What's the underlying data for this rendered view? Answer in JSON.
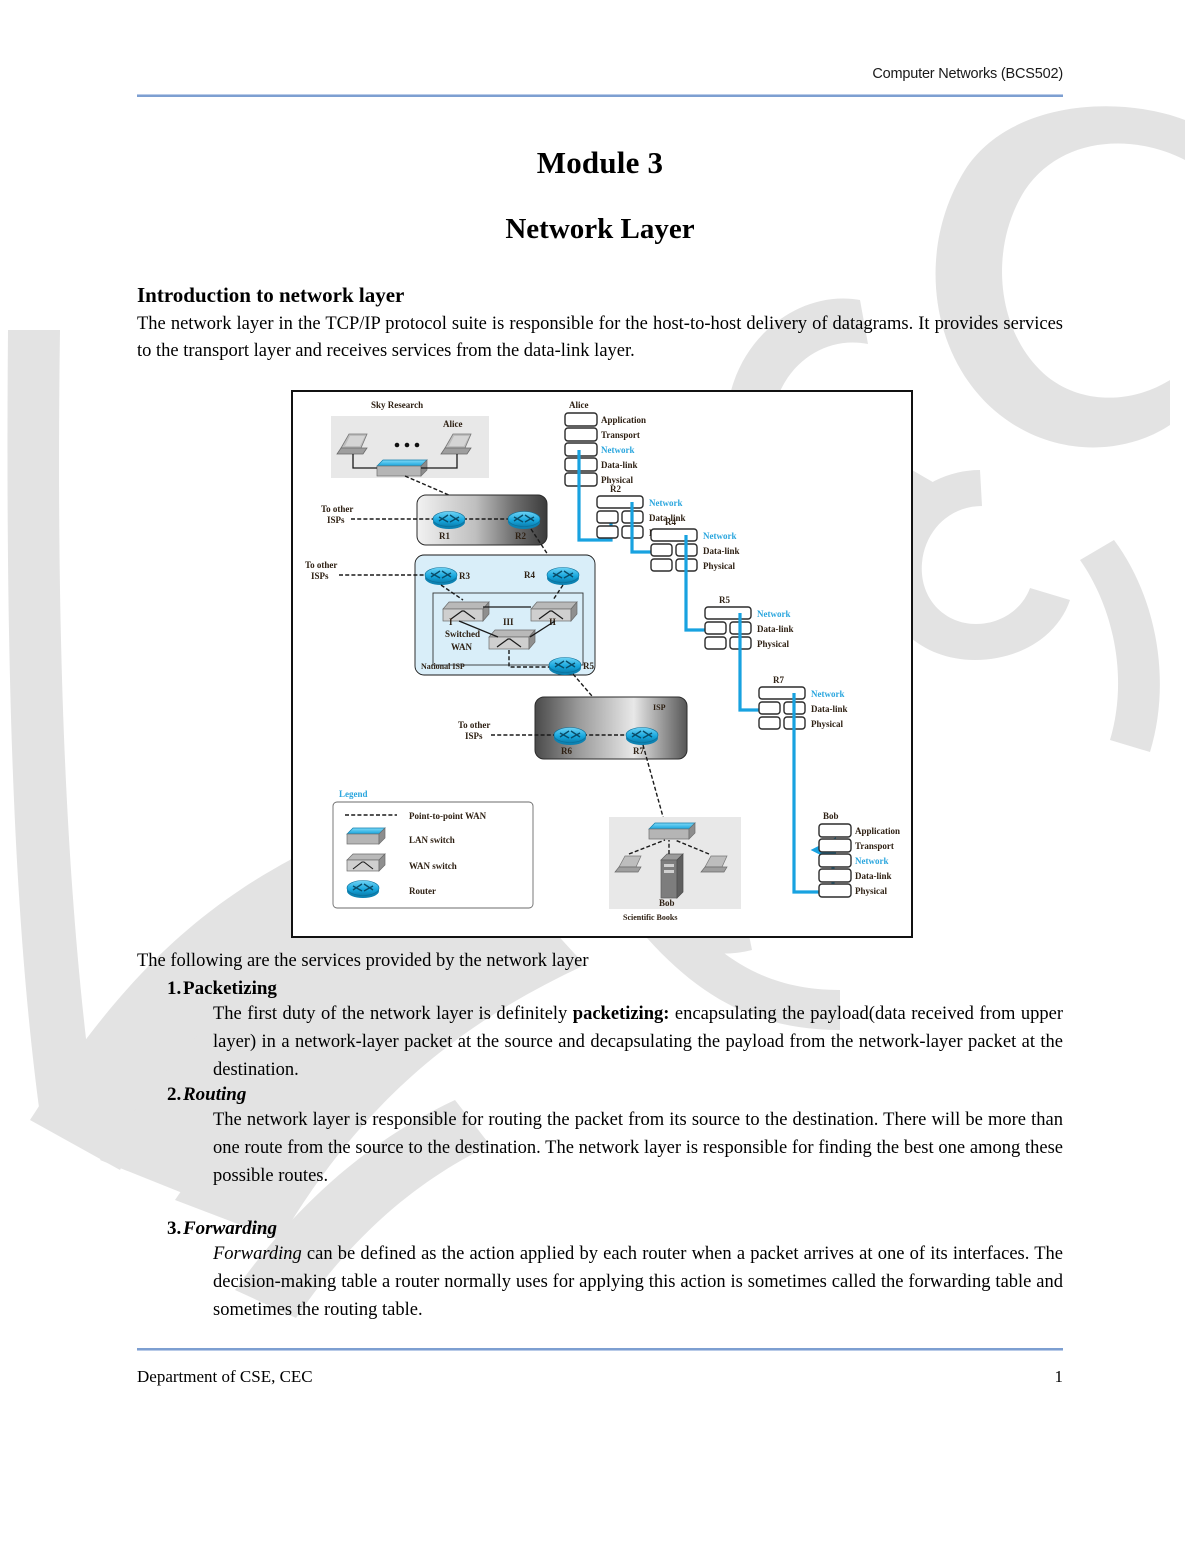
{
  "header": {
    "course_label": "Computer Networks (BCS502)"
  },
  "titles": {
    "module": "Module 3",
    "subject": "Network Layer"
  },
  "intro": {
    "heading": "Introduction to network layer",
    "paragraph": "The network layer in the TCP/IP protocol suite is responsible for the host-to-host delivery of datagrams. It provides services to the transport layer and receives services from the data-link layer."
  },
  "figure": {
    "groups": {
      "sky_research": "Sky Research",
      "national_isp": "National ISP",
      "switched_wan": "Switched WAN",
      "isp": "ISP",
      "scientific_books": "Scientific Books"
    },
    "hosts": {
      "alice_lan": "Alice",
      "alice_stack_title": "Alice",
      "bob_lan": "Bob",
      "bob_stack_title": "Bob"
    },
    "to_other_isps": [
      "To other",
      "ISPs"
    ],
    "routers": [
      "R1",
      "R2",
      "R3",
      "R4",
      "R5",
      "R6",
      "R7"
    ],
    "wan_switches": [
      "I",
      "II",
      "III"
    ],
    "host_stack_layers": [
      "Application",
      "Transport",
      "Network",
      "Data-link",
      "Physical"
    ],
    "router_stack_layers": [
      "Network",
      "Data-link",
      "Physical"
    ],
    "router_stacks": [
      "R2",
      "R4",
      "R5",
      "R7"
    ],
    "legend": {
      "title": "Legend",
      "items": [
        {
          "icon": "dashed-line-icon",
          "label": "Point-to-point WAN"
        },
        {
          "icon": "lan-switch-icon",
          "label": "LAN switch"
        },
        {
          "icon": "wan-switch-icon",
          "label": "WAN switch"
        },
        {
          "icon": "router-icon",
          "label": "Router"
        }
      ]
    },
    "colors": {
      "accent_blue": "#2ba6de",
      "path_blue": "#18a2e0",
      "label_brown": "#3a2a18",
      "group_fill": "#d9eef9"
    }
  },
  "services": {
    "lead": "The following are the services provided by the network layer",
    "items": [
      {
        "num": "1.",
        "title": "Packetizing",
        "title_italic": false,
        "body_pre": "The first duty of the network layer is definitely ",
        "body_bold": "packetizing:",
        "body_post": " encapsulating the payload(data received from upper layer) in a network-layer packet at the source and decapsulating the payload from the network-layer packet at the destination."
      },
      {
        "num": "2.",
        "title": "Routing",
        "title_italic": true,
        "body_pre": "The network layer is responsible for routing the packet from its source to the destination. There will be more than one route from the source to the destination. The network layer is responsible for finding the best one among these possible routes.",
        "body_bold": "",
        "body_post": ""
      },
      {
        "num": "3.",
        "title": "Forwarding",
        "title_italic": true,
        "body_pre": "Forwarding",
        "body_bold": "",
        "body_post": " can be defined as the action applied by each router when a packet arrives at one of its interfaces. The decision-making table a router normally uses for applying this action is sometimes called the forwarding table and sometimes the routing table."
      }
    ]
  },
  "footer": {
    "department": "Department of CSE, CEC",
    "page_number": "1"
  },
  "watermark": {
    "text": "lmsCircle"
  }
}
